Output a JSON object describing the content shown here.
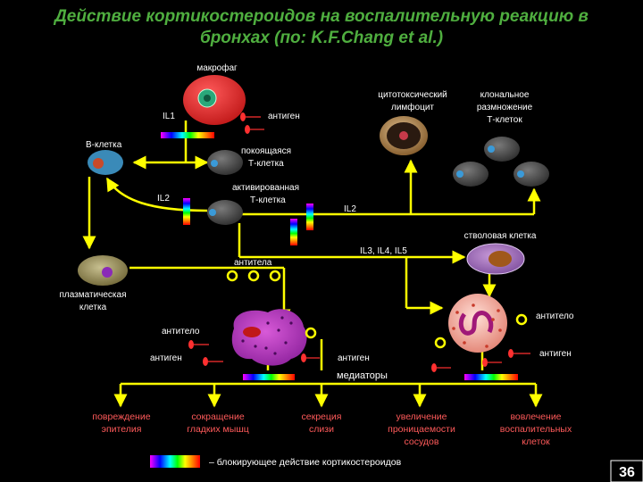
{
  "title": {
    "line1": "Действие кортикостероидов на воспалительную реакцию в",
    "line2": "бронхах (по: K.F.Chang et al.)"
  },
  "labels": {
    "macrophage": "макрофаг",
    "il1": "IL1",
    "antigen_top": "антиген",
    "b_cell": "В-клетка",
    "resting_t": "покоящаяся",
    "resting_t2": "Т-клетка",
    "il2_left": "IL2",
    "activated_t": "активированная",
    "activated_t2": "Т-клетка",
    "cytotoxic": "цитотоксический",
    "cytotoxic2": "лимфоцит",
    "clonal": "клональное",
    "clonal2": "размножение",
    "clonal3": "Т-клеток",
    "il2_right": "IL2",
    "stem_cell": "стволовая клетка",
    "il345": "IL3,  IL4,  IL5",
    "antibodies": "антитела",
    "plasma": "плазматическая",
    "plasma2": "клетка",
    "antibody_left": "антитело",
    "antigen_left": "антиген",
    "antigen_mid": "антиген",
    "mediators": "медиаторы",
    "antibody_right": "антитело",
    "antigen_right": "антиген"
  },
  "outcomes": [
    {
      "l1": "повреждение",
      "l2": "эпителия"
    },
    {
      "l1": "сокращение",
      "l2": "гладких мышц"
    },
    {
      "l1": "секреция",
      "l2": "слизи"
    },
    {
      "l1": "увеличение",
      "l2": "проницаемости",
      "l3": "сосудов"
    },
    {
      "l1": "вовлечение",
      "l2": "воспалительных",
      "l3": "клеток"
    }
  ],
  "legend": "– блокирующее действие кортикостероидов",
  "page_number": "36",
  "colors": {
    "line": "#ffff00",
    "title": "#4fae3f",
    "outcome": "#ff5a5a",
    "macrophage": "#e8232e",
    "cell_gray": "#555555"
  }
}
